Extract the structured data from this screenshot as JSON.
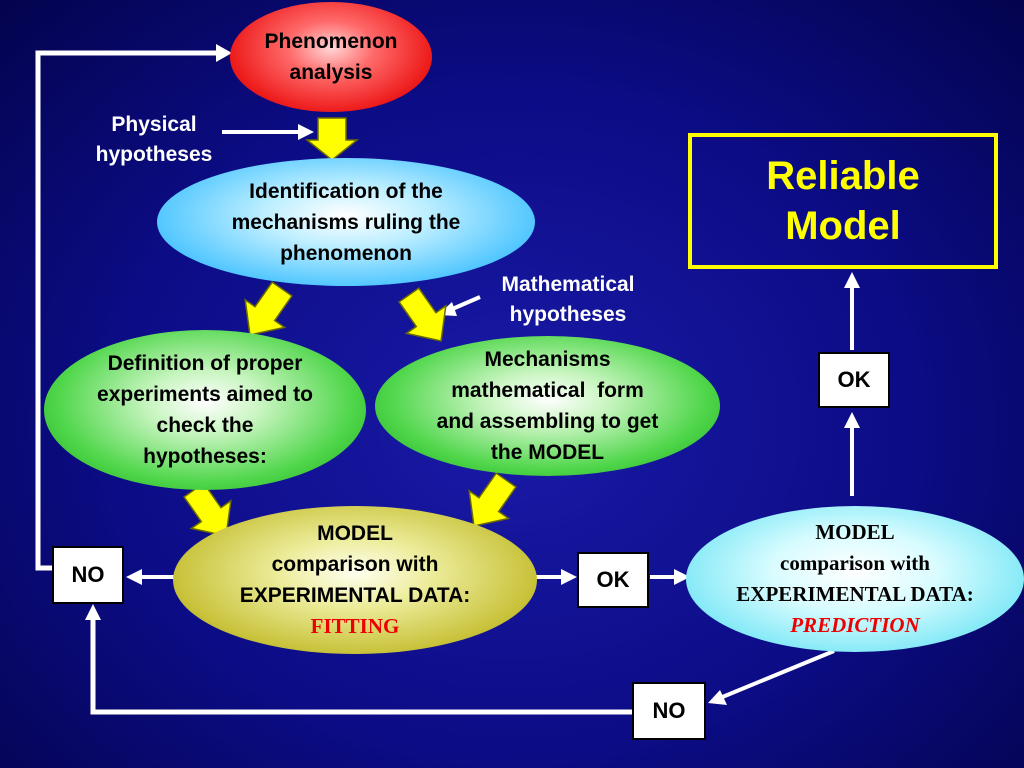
{
  "nodes": {
    "phenomenon": {
      "lines": [
        "Phenomenon",
        "analysis"
      ]
    },
    "identification": {
      "lines": [
        "Identification of the",
        "mechanisms ruling the",
        "phenomenon"
      ]
    },
    "definition": {
      "lines": [
        "Definition of proper",
        "experiments aimed to",
        "check the",
        "hypotheses:"
      ]
    },
    "mechanisms": {
      "lines": [
        "Mechanisms",
        "mathematical  form",
        "and assembling to get",
        "the MODEL"
      ]
    },
    "fitting": {
      "lines": [
        "MODEL",
        "comparison with",
        "EXPERIMENTAL DATA:"
      ],
      "highlight": "FITTING"
    },
    "prediction": {
      "lines": [
        "MODEL",
        "comparison with",
        "EXPERIMENTAL DATA:"
      ],
      "highlight": "PREDICTION"
    }
  },
  "labels": {
    "physical": [
      "Physical",
      "hypotheses"
    ],
    "mathematical": [
      "Mathematical",
      "hypotheses"
    ]
  },
  "boxes": {
    "no_left": "NO",
    "ok_middle": "OK",
    "ok_right": "OK",
    "no_bottom": "NO"
  },
  "reliable_model": [
    "Reliable",
    "Model"
  ],
  "colors": {
    "background": "#0c0c86",
    "arrow_white": "#ffffff",
    "arrow_yellow": "#ffff00",
    "highlight_red": "#ee0000",
    "reliable_border": "#ffff00"
  }
}
